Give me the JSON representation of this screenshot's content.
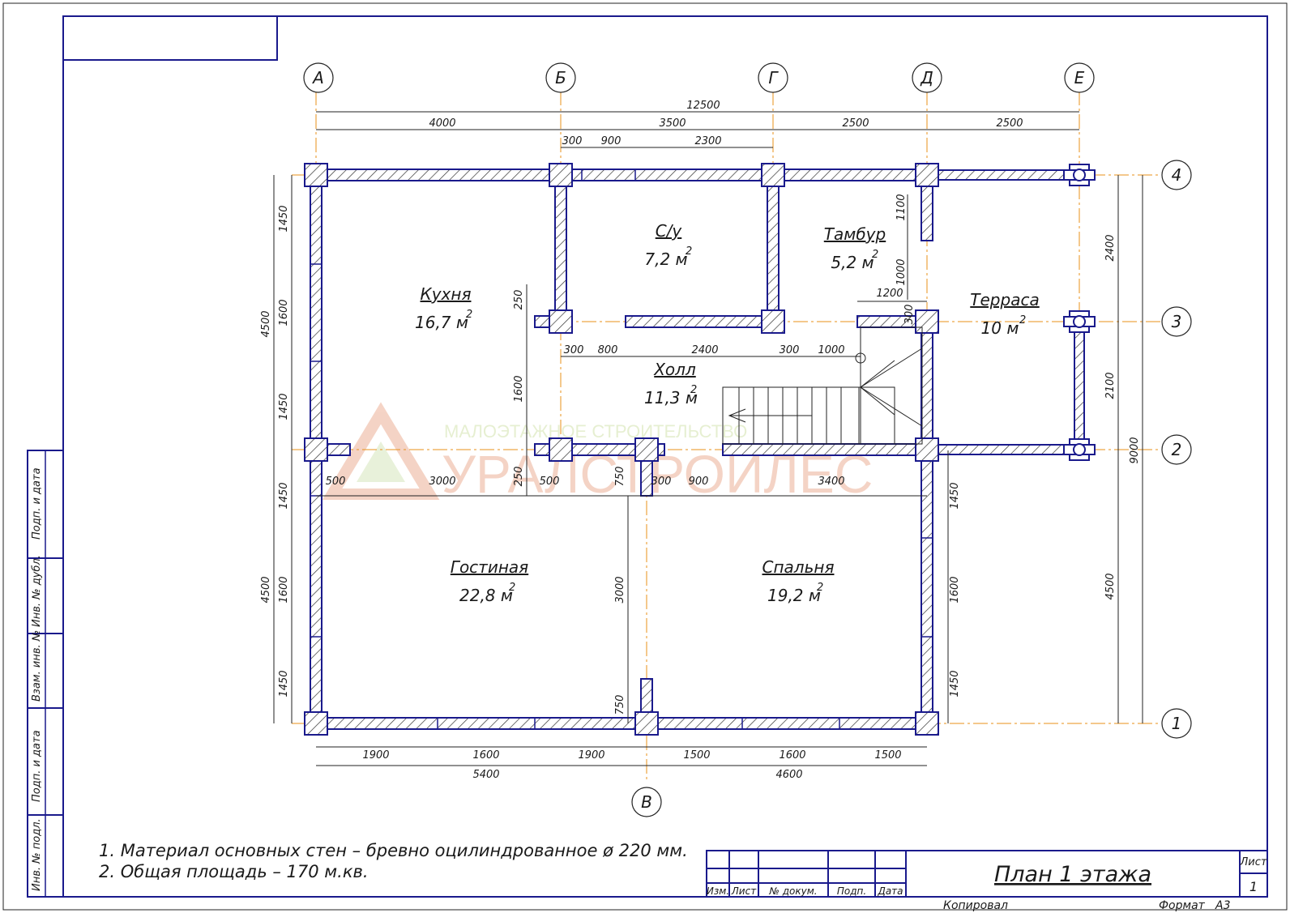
{
  "axes_letters": [
    "А",
    "Б",
    "Г",
    "Д",
    "Е",
    "В"
  ],
  "axes_numbers": [
    "4",
    "3",
    "2",
    "1"
  ],
  "rooms": [
    {
      "name": "Кухня",
      "area": "16,7 м"
    },
    {
      "name": "С/у",
      "area": "7,2 м"
    },
    {
      "name": "Тамбур",
      "area": "5,2 м"
    },
    {
      "name": "Терраса",
      "area": "10 м"
    },
    {
      "name": "Холл",
      "area": "11,3 м"
    },
    {
      "name": "Гостиная",
      "area": "22,8 м"
    },
    {
      "name": "Спальня",
      "area": "19,2 м"
    }
  ],
  "area_sup": "2",
  "dims": {
    "top_total": "12500",
    "top_row": [
      "4000",
      "3500",
      "2500",
      "2500"
    ],
    "top_sub": [
      "300",
      "900",
      "2300"
    ],
    "left_outer": [
      "4500",
      "4500"
    ],
    "left_inner": [
      "1450",
      "1600",
      "1450",
      "1450",
      "1600",
      "1450"
    ],
    "right_outer": [
      "9000"
    ],
    "right_mid": [
      "2400",
      "2100",
      "4500"
    ],
    "right_inner": [
      "1450",
      "1600",
      "1450"
    ],
    "bottom_row": [
      "1900",
      "1600",
      "1900",
      "1500",
      "1600",
      "1500"
    ],
    "bottom_total": [
      "5400",
      "4600"
    ],
    "hall_row": [
      "300",
      "800",
      "2400",
      "300",
      "1000"
    ],
    "mid_row": [
      "500",
      "3000",
      "500",
      "300",
      "900",
      "3400"
    ],
    "misc": [
      "250",
      "1600",
      "250",
      "750",
      "3000",
      "750",
      "1100",
      "1000",
      "1200",
      "300"
    ]
  },
  "watermark": {
    "line1": "МАЛОЭТАЖНОЕ СТРОИТЕЛЬСТВО",
    "line2": "УРАЛСТРОЙЛЕС"
  },
  "notes": [
    "1. Материал основных стен – бревно оцилиндрованное ø 220 мм.",
    "2. Общая площадь – 170 м.кв."
  ],
  "side_stamp": [
    "Подп. и дата",
    "Инв. № дубл.",
    "Взам. инв. №",
    "Подп. и дата",
    "Инв. № подл."
  ],
  "title_block": {
    "title": "План 1 этажа",
    "headers": [
      "Изм.",
      "Лист",
      "№ докум.",
      "Подп.",
      "Дата"
    ],
    "sheet_label": "Лист",
    "sheet_number": "1",
    "copied": "Копировал",
    "format_label": "Формат",
    "format_value": "А3"
  },
  "colors": {
    "line": "#1a1a8c",
    "axis_line": "#e8901a",
    "hatch": "#333333",
    "watermark": "#e8a080"
  }
}
